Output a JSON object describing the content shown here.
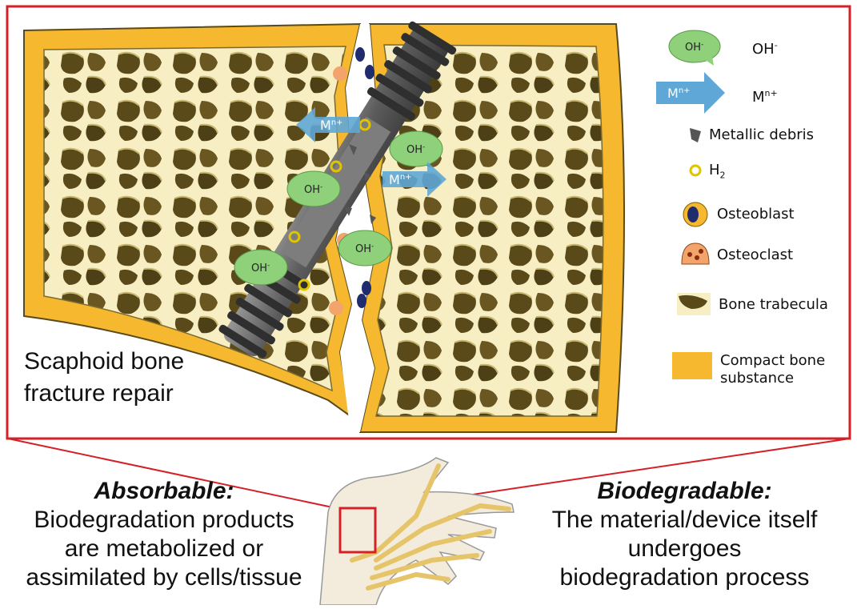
{
  "figure": {
    "inset_title_line1": "Scaphoid bone",
    "inset_title_line2": "fracture repair",
    "bubble_label": "OH",
    "bubble_sup": "-",
    "arrow_label": "M",
    "arrow_sup": "n+"
  },
  "legend": {
    "oh": {
      "label": "OH",
      "sup": "-"
    },
    "metal_ion": {
      "label": "M",
      "sup": "n+"
    },
    "metallic_debris": "Metallic debris",
    "h2": {
      "label": "H",
      "sub": "2"
    },
    "osteoblast": "Osteoblast",
    "osteoclast": "Osteoclast",
    "bone_trabecula": "Bone trabecula",
    "compact_bone_line1": "Compact bone",
    "compact_bone_line2": "substance"
  },
  "captions": {
    "left": {
      "heading": "Absorbable:",
      "line1": "Biodegradation products",
      "line2": "are metabolized or",
      "line3": "assimilated by cells/tissue"
    },
    "right": {
      "heading": "Biodegradable:",
      "line1": "The material/device itself",
      "line2": "undergoes",
      "line3": "biodegradation process"
    }
  },
  "colors": {
    "frame": "#d42027",
    "cortical": "#f5b82e",
    "cancellous": "#f7eec4",
    "trabecula_dark": "#5a4a1a",
    "screw": "#6b6b6b",
    "bubble": "#8fd07a",
    "arrow": "#5fa7d6"
  }
}
